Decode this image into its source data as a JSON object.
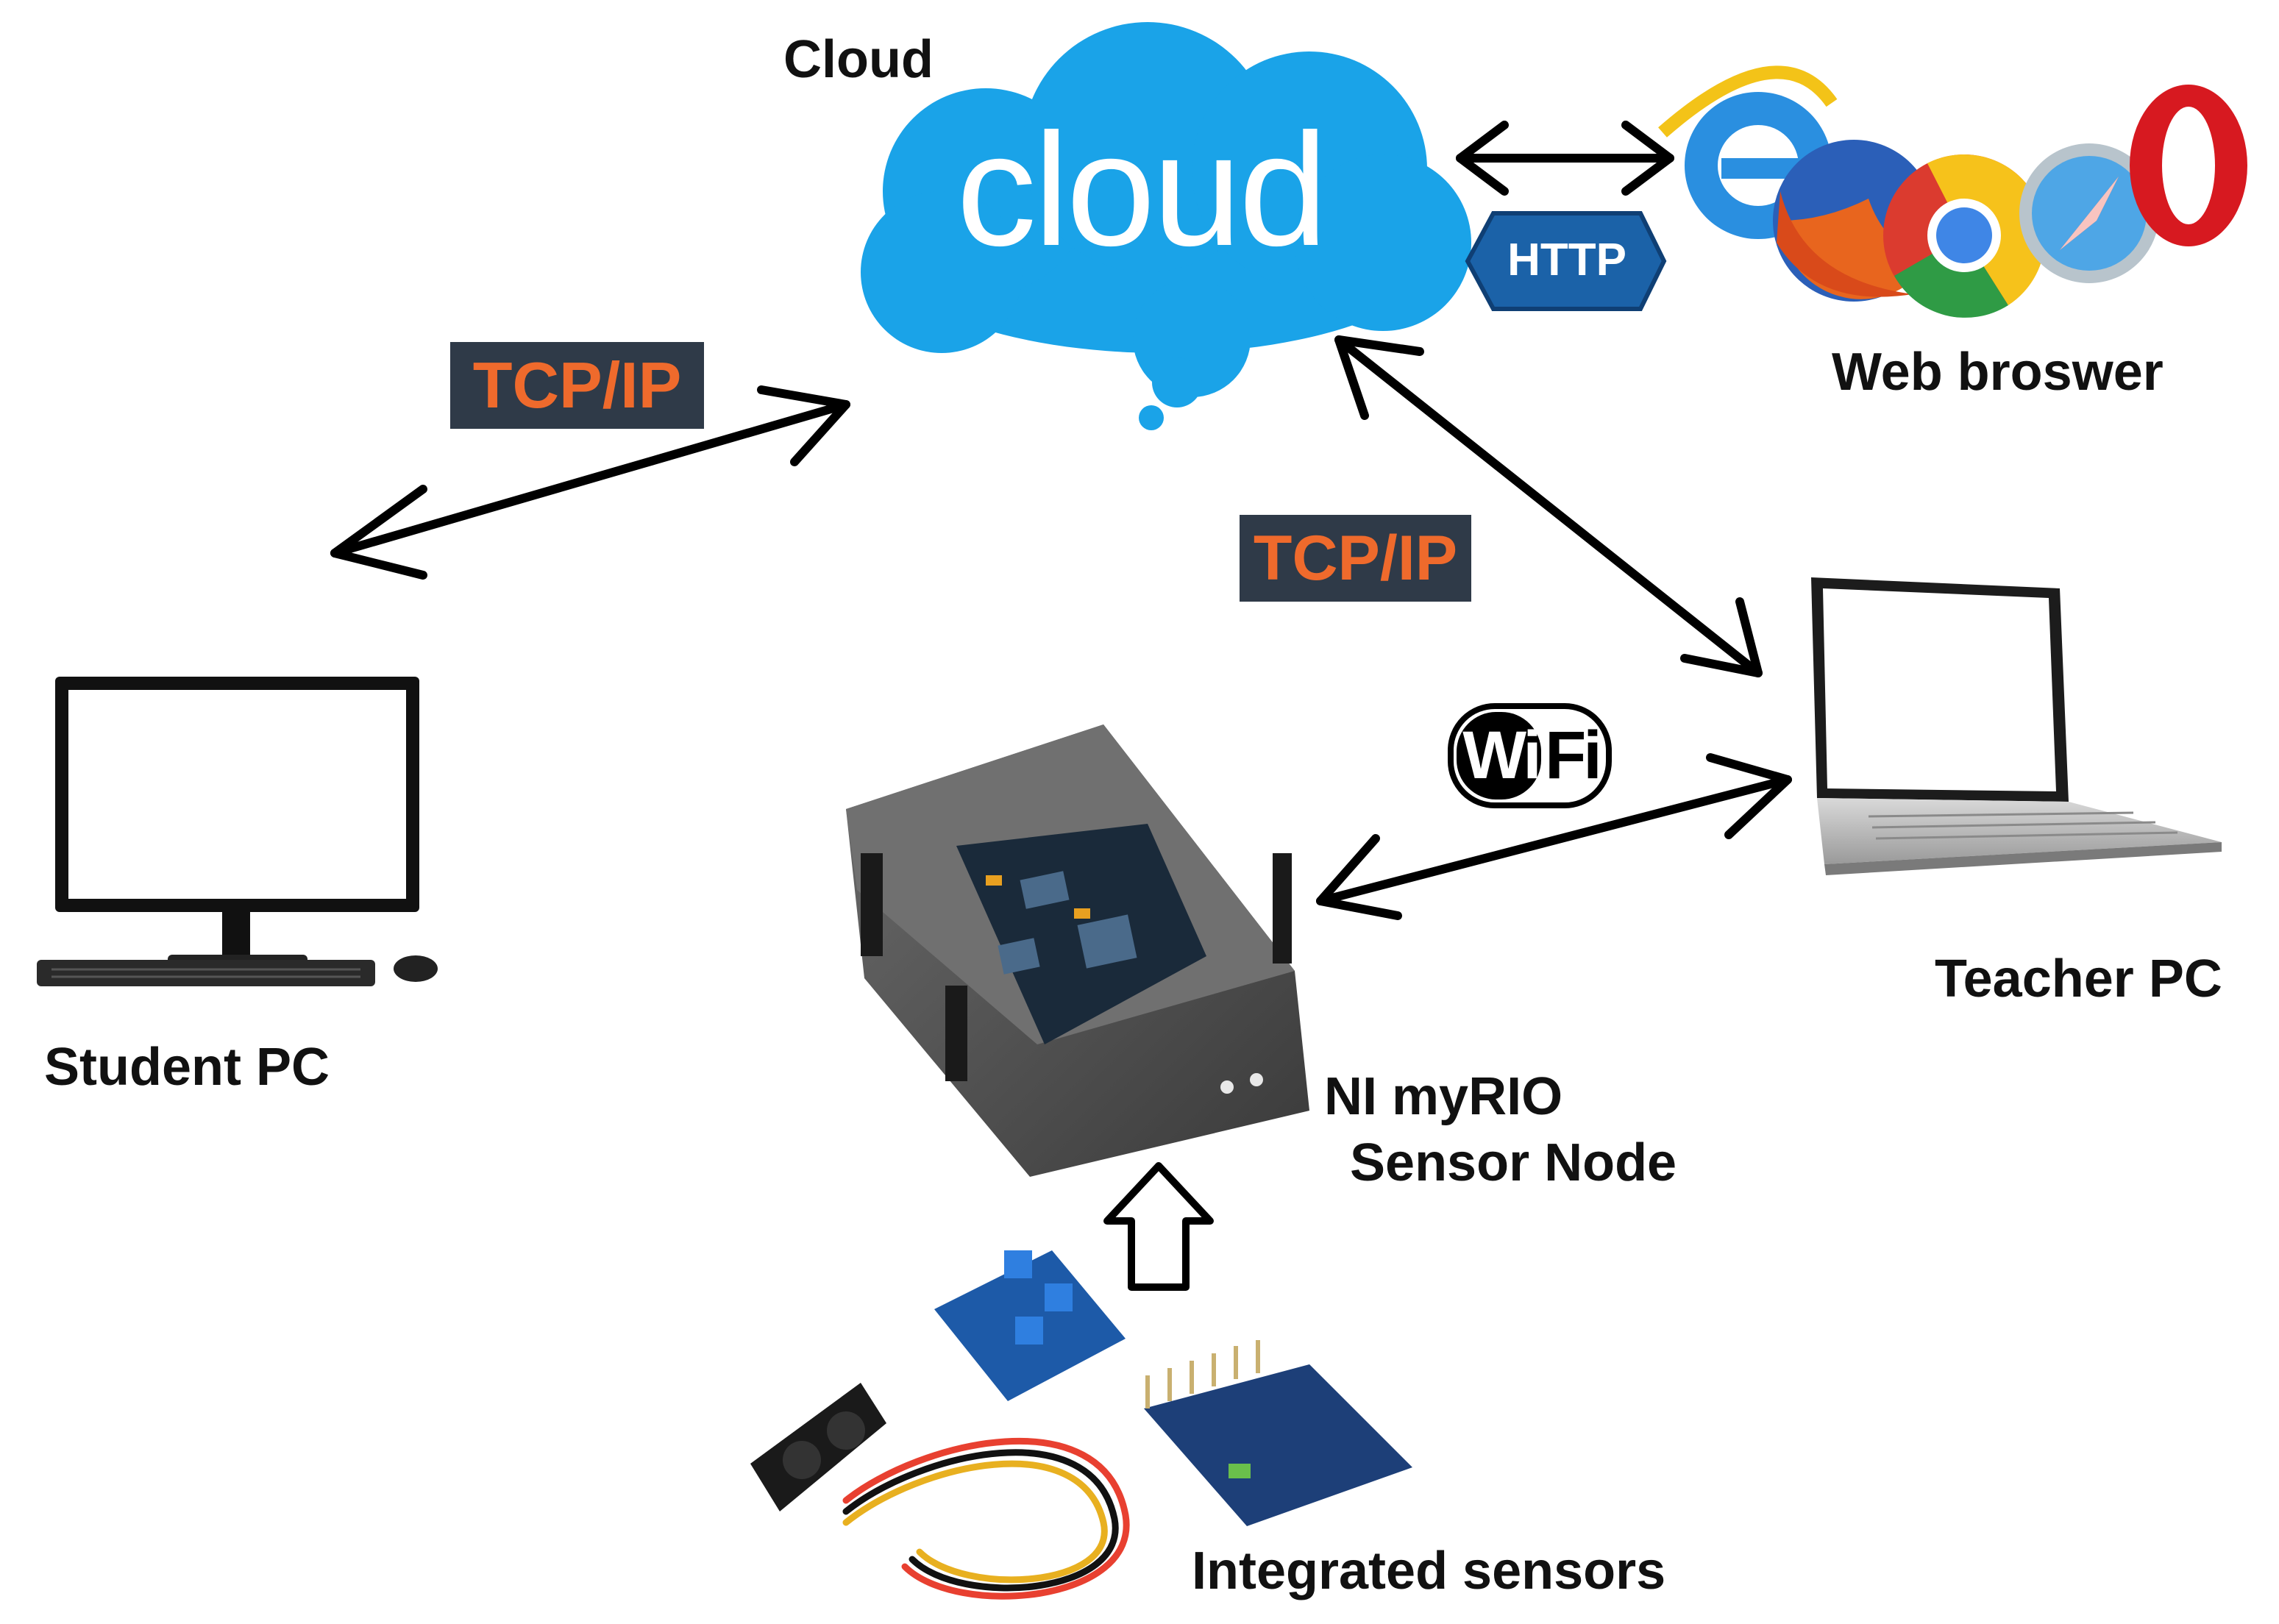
{
  "labels": {
    "cloud_title": "Cloud",
    "cloud_word": "cloud",
    "http": "HTTP",
    "web_browser": "Web broswer",
    "tcpip_left": "TCP/IP",
    "tcpip_right": "TCP/IP",
    "wifi_w": "Wi",
    "wifi_f": "Fi",
    "student_pc": "Student PC",
    "teacher_pc": "Teacher PC",
    "myrio_line1": "NI myRIO",
    "myrio_line2": "Sensor Node",
    "sensors": "Integrated sensors"
  },
  "icons": {
    "browsers": [
      "internet-explorer-icon",
      "firefox-icon",
      "chrome-icon",
      "safari-icon",
      "opera-icon"
    ]
  },
  "colors": {
    "cloud": "#1aa3e8",
    "tag_bg": "#2f3a48",
    "tag_text": "#ef6a2c",
    "http_badge": "#1b62a8"
  }
}
